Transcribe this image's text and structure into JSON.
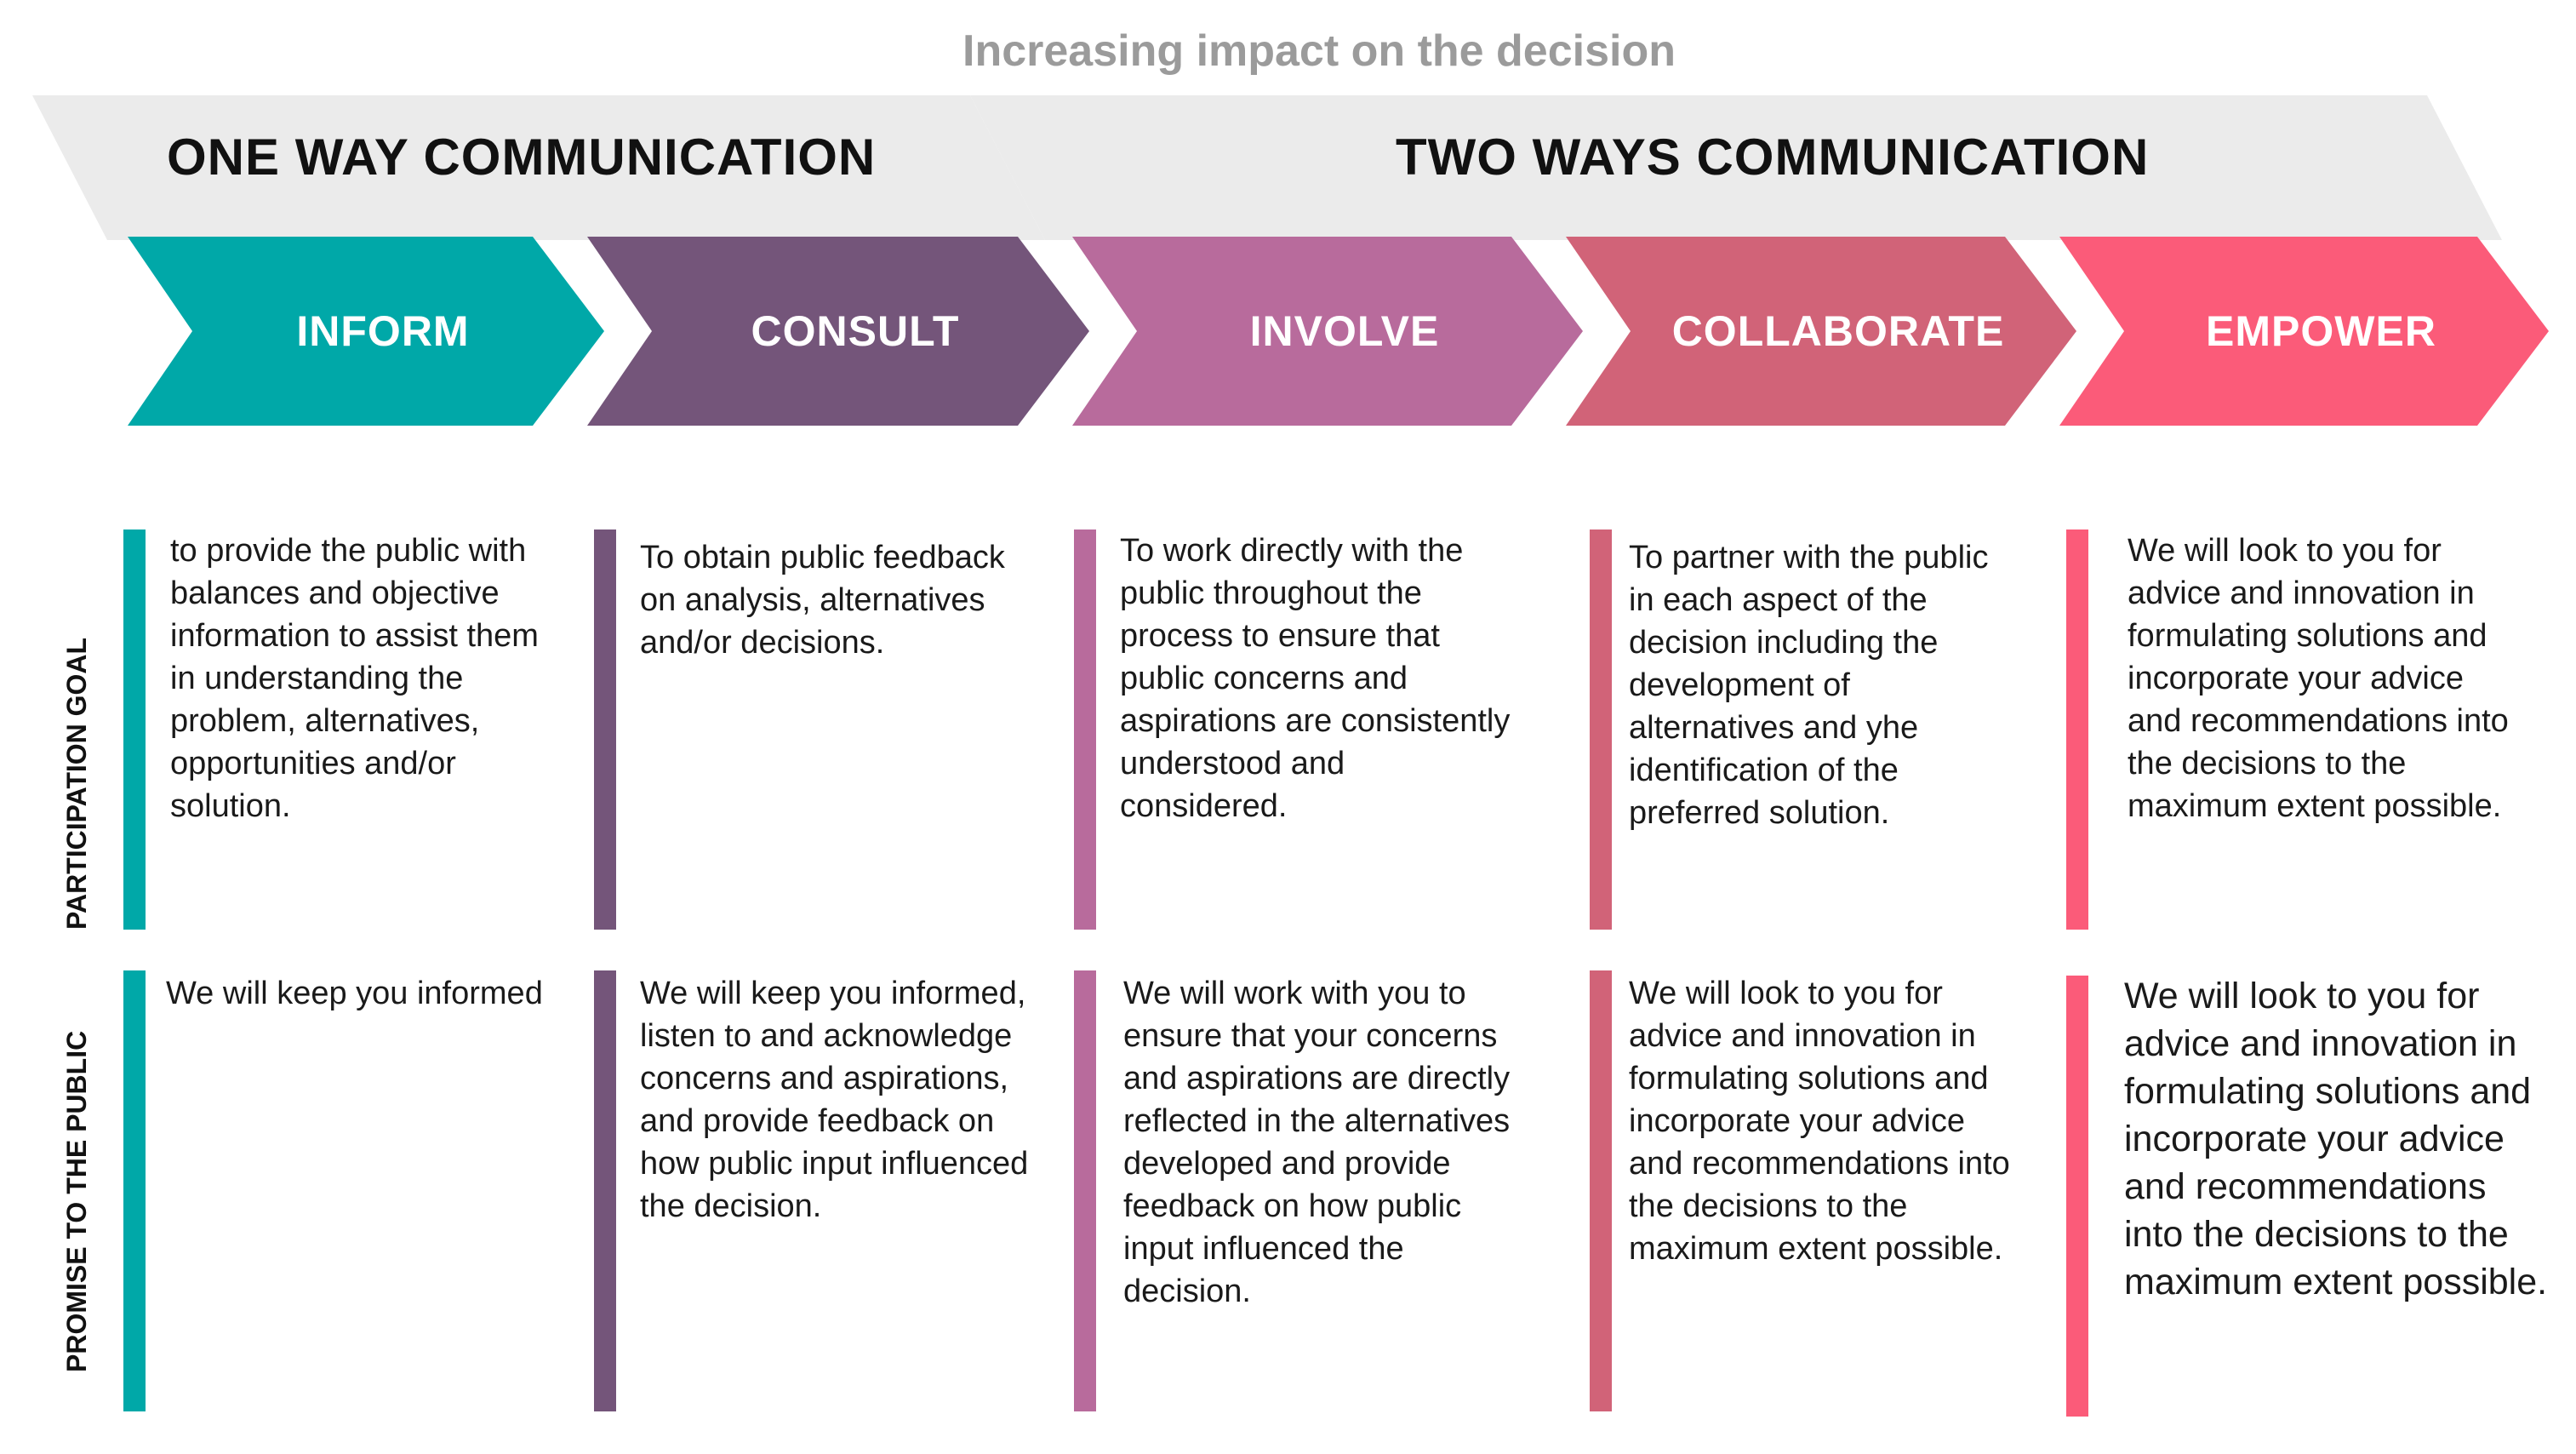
{
  "header": {
    "caption": "Increasing impact on the decision",
    "one_way": "ONE WAY COMMUNICATION",
    "two_way": "TWO  WAYS COMMUNICATION"
  },
  "stages": {
    "inform": "INFORM",
    "consult": "CONSULT",
    "involve": "INVOLVE",
    "collaborate": "COLLABORATE",
    "empower": "EMPOWER"
  },
  "colors": {
    "inform": "#00a8a8",
    "consult": "#74557a",
    "involve": "#b86b9c",
    "collaborate": "#d16378",
    "empower": "#fb5b79"
  },
  "rows": {
    "goal_label": "PARTICIPATION GOAL",
    "promise_label": "PROMISE TO THE PUBLIC"
  },
  "goal": {
    "inform": "to provide the public with balances and objective information to assist them in understanding the problem, alternatives, opportunities and/or solution.",
    "consult": "To obtain public feedback on analysis, alternatives and/or decisions.",
    "involve": "To work directly with the public throughout the process to ensure that public concerns and aspirations are consistently understood and considered.",
    "collaborate": "To partner with the public in each aspect of the decision including the development of alternatives and yhe identification of the preferred solution.",
    "empower": "We will look to you for advice and innovation in formulating solutions and incorporate your advice and recommendations into the decisions to the maximum extent possible."
  },
  "promise": {
    "inform": "We will keep you informed",
    "consult": "We will keep you informed, listen to and acknowledge concerns and aspirations, and provide feedback on how public input influenced the decision.",
    "involve": "We will work with you to ensure that your concerns and aspirations are directly reflected in the alternatives developed and provide feedback on how public input influenced the decision.",
    "collaborate": "We will look to you for advice and innovation in formulating solutions and incorporate your advice and recommendations into the decisions to the maximum extent possible.",
    "empower": "We will look to you for advice and innovation in formulating solutions and incorporate your advice and recommendations into the decisions to the maximum extent possible."
  }
}
